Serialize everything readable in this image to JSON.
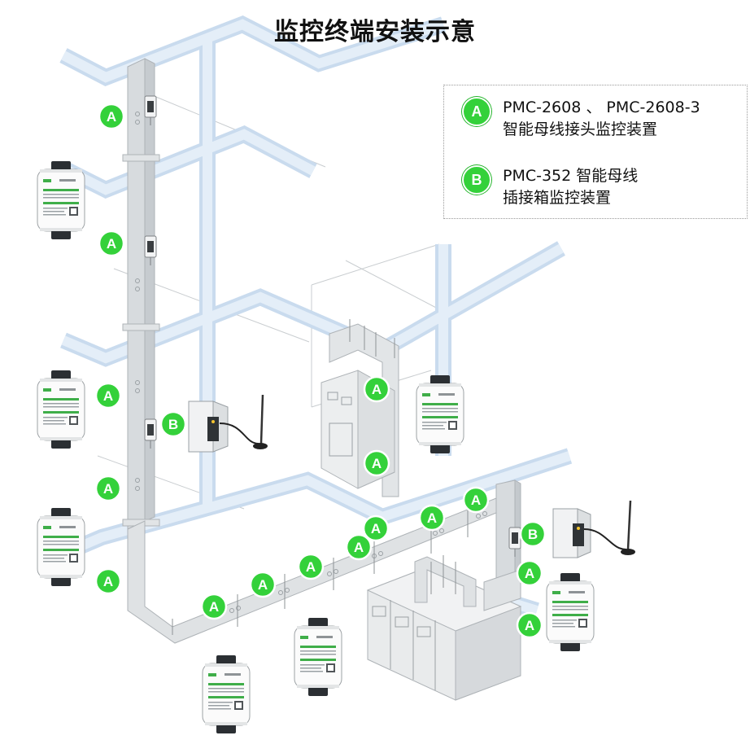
{
  "title": "监控终端安装示意",
  "legend": {
    "items": [
      {
        "marker": "A",
        "lines": [
          "PMC-2608 、 PMC-2608-3",
          "智能母线接头监控装置"
        ]
      },
      {
        "marker": "B",
        "lines": [
          "PMC-352 智能母线",
          "插接箱监控装置"
        ]
      }
    ]
  },
  "markers": {
    "a_label": "A",
    "b_label": "B",
    "color": "#34d13a"
  },
  "colors": {
    "busway": "#dce8f5",
    "busway_edge": "#c4d6ea",
    "riser": "#e2e5e7",
    "riser_edge": "#b7bcc0",
    "cabinet": "#e9ebec",
    "device_green": "#3fae49"
  }
}
